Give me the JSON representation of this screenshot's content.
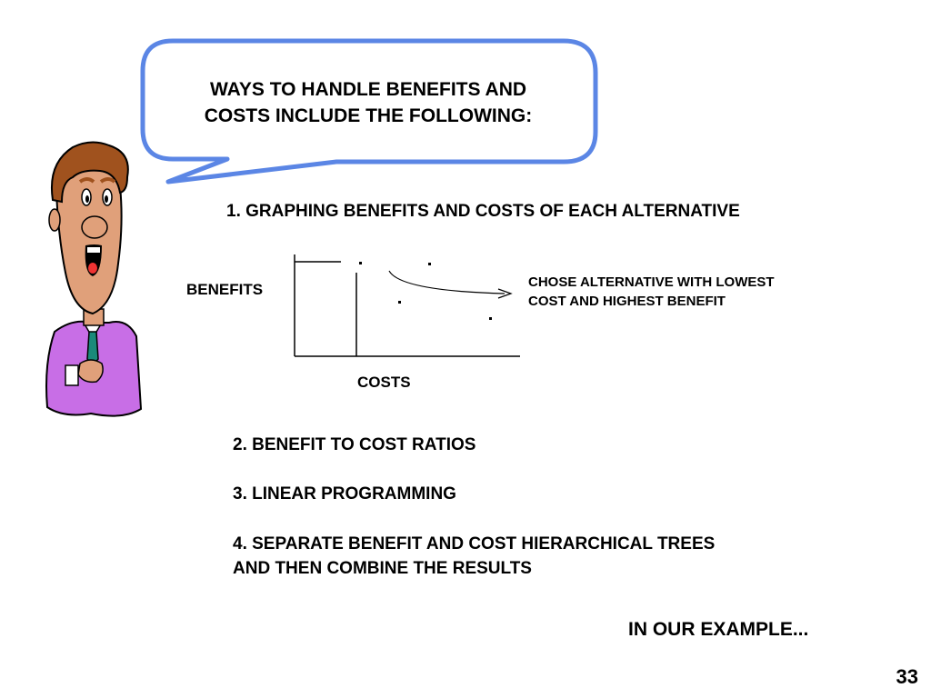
{
  "speech": {
    "line1": "WAYS TO HANDLE BENEFITS AND",
    "line2": "COSTS INCLUDE THE FOLLOWING:"
  },
  "items": {
    "one": "1.  GRAPHING BENEFITS AND COSTS  OF EACH ALTERNATIVE",
    "two": "2.  BENEFIT TO COST RATIOS",
    "three": "3.  LINEAR PROGRAMMING",
    "four_line1": "4.  SEPARATE BENEFIT AND COST HIERARCHICAL TREES",
    "four_line2": "AND THEN COMBINE THE RESULTS"
  },
  "graph": {
    "ylabel": "BENEFITS",
    "xlabel": "COSTS",
    "note_line1": "CHOSE ALTERNATIVE WITH  LOWEST",
    "note_line2": "COST AND HIGHEST BENEFIT"
  },
  "footer": {
    "example": "IN OUR EXAMPLE...",
    "page_number": "33"
  },
  "colors": {
    "bubble_border": "#5b86e5",
    "jacket": "#c86ee6",
    "hair": "#a0521e",
    "skin": "#e0a07a",
    "tie": "#1a8a7a"
  }
}
